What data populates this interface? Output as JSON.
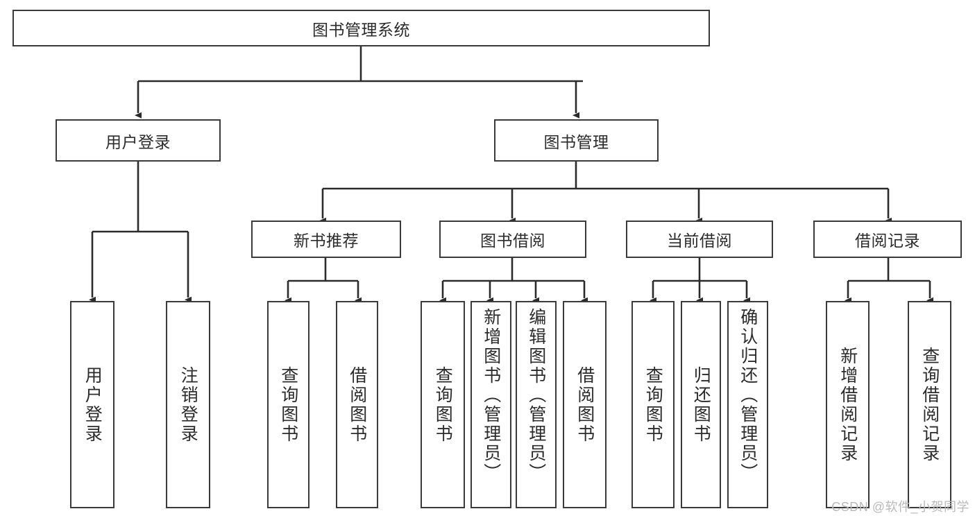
{
  "diagram": {
    "title": "图书管理系统",
    "type": "tree-hierarchy",
    "style": {
      "box_border_color": "#3a3a3a",
      "box_fill_color": "#ffffff",
      "line_color": "#2b2b2b",
      "text_color": "#2b2b2b",
      "background": "#ffffff"
    },
    "nodes": {
      "root": {
        "label": "图书管理系统",
        "level": 0
      },
      "l1": [
        {
          "id": "user-login",
          "label": "用户登录"
        },
        {
          "id": "book-manage",
          "label": "图书管理"
        }
      ],
      "l2": [
        {
          "id": "new-book-rec",
          "label": "新书推荐"
        },
        {
          "id": "book-borrow",
          "label": "图书借阅"
        },
        {
          "id": "current-borrow",
          "label": "当前借阅"
        },
        {
          "id": "borrow-record",
          "label": "借阅记录"
        }
      ],
      "leaves": {
        "user-login": [
          {
            "id": "leaf-user-login",
            "label": "用户登录"
          },
          {
            "id": "leaf-logout-login",
            "label": "注销登录"
          }
        ],
        "new-book-rec": [
          {
            "id": "leaf-query-book-1",
            "label": "查询图书"
          },
          {
            "id": "leaf-borrow-book-1",
            "label": "借阅图书"
          }
        ],
        "book-borrow": [
          {
            "id": "leaf-query-book-2",
            "label": "查询图书"
          },
          {
            "id": "leaf-add-book",
            "label": "新增图书（管理员）"
          },
          {
            "id": "leaf-edit-book",
            "label": "编辑图书（管理员）"
          },
          {
            "id": "leaf-borrow-book-2",
            "label": "借阅图书"
          }
        ],
        "current-borrow": [
          {
            "id": "leaf-query-book-3",
            "label": "查询图书"
          },
          {
            "id": "leaf-return-book",
            "label": "归还图书"
          },
          {
            "id": "leaf-confirm-return",
            "label": "确认归还（管理员）"
          }
        ],
        "borrow-record": [
          {
            "id": "leaf-add-record",
            "label": "新增借阅记录"
          },
          {
            "id": "leaf-query-record",
            "label": "查询借阅记录"
          }
        ]
      }
    }
  },
  "watermark": {
    "text": "CSDN @软件_小贺同学"
  }
}
